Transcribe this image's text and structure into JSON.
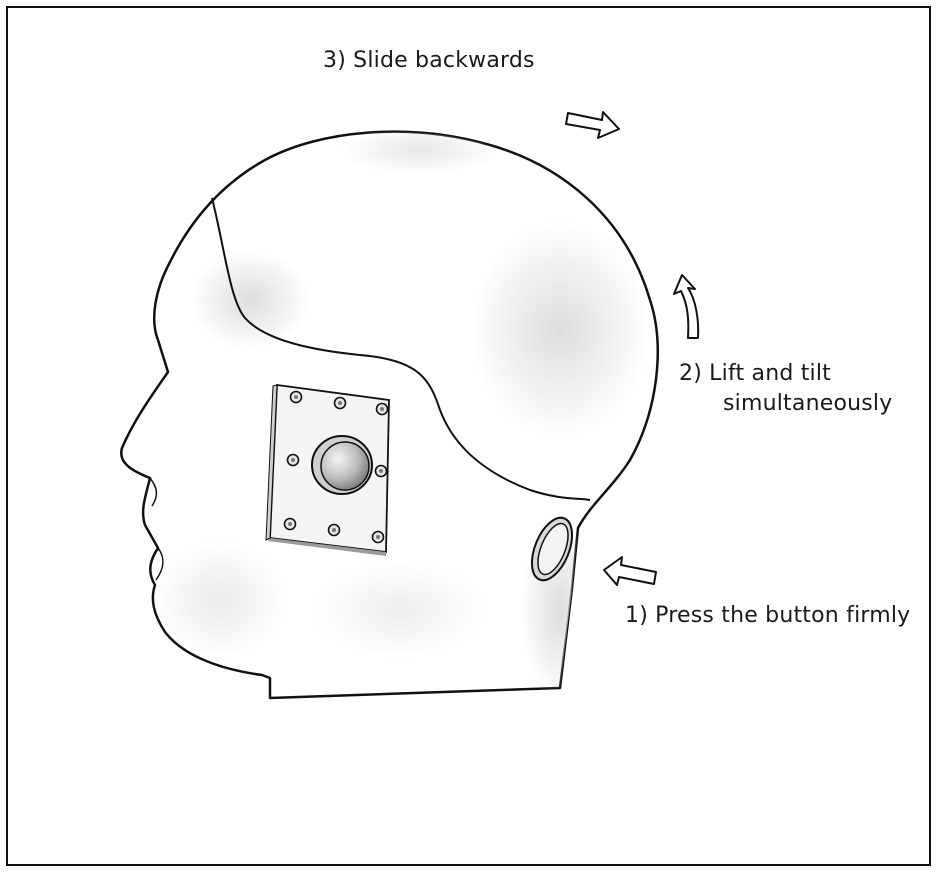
{
  "steps": [
    {
      "text": "1) Press the button firmly"
    },
    {
      "line1": "2) Lift and tilt",
      "line2": "simultaneously"
    },
    {
      "text": "3) Slide backwards"
    }
  ],
  "colors": {
    "outline": "#111111",
    "skin": "#ffffff",
    "shade": "#dedede",
    "plate": "#f2f2f2",
    "arrow_fill": "#ffffff"
  },
  "icons": {
    "press_arrow": "arrow-left-icon",
    "lift_arrow": "curved-arrow-up-icon",
    "slide_arrow": "arrow-right-icon"
  }
}
